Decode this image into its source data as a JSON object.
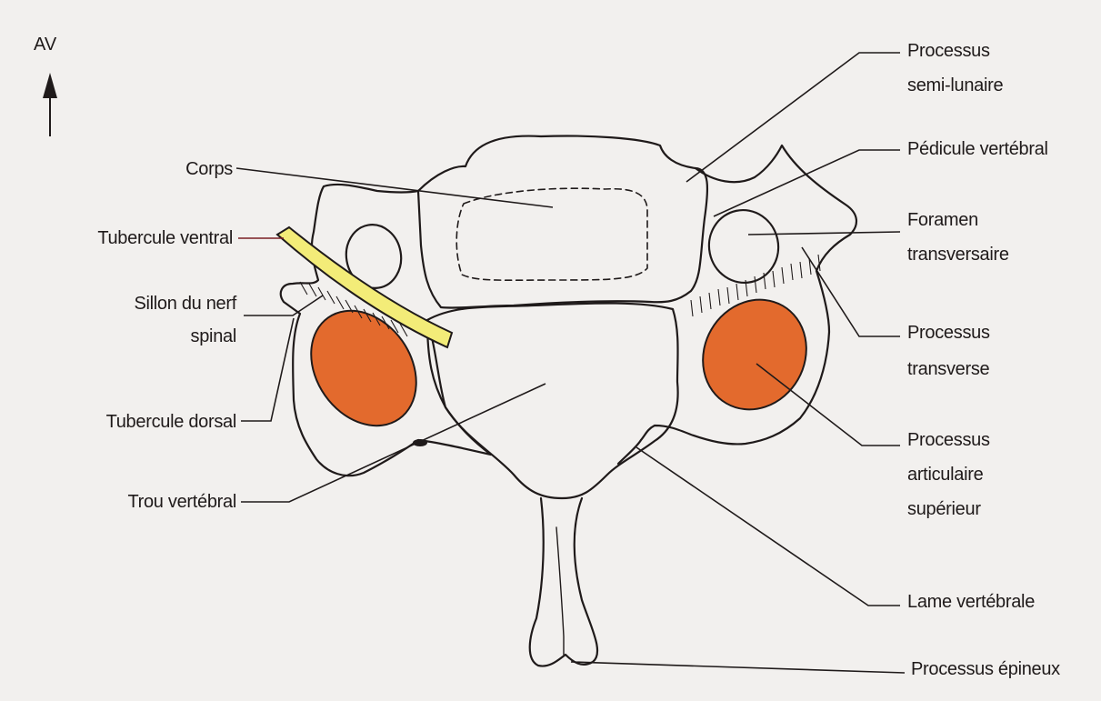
{
  "orientation": {
    "label": "AV"
  },
  "labels_left": {
    "corps": "Corps",
    "tubercule_ventral": "Tubercule ventral",
    "sillon_line1": "Sillon du nerf",
    "sillon_line2": "spinal",
    "tubercule_dorsal": "Tubercule dorsal",
    "trou_vertebral": "Trou vertébral"
  },
  "labels_right": {
    "processus_semi_lunaire_line1": "Processus",
    "processus_semi_lunaire_line2": "semi-lunaire",
    "pedicule": "Pédicule vertébral",
    "foramen_line1": "Foramen",
    "foramen_line2": "transversaire",
    "transverse_line1": "Processus",
    "transverse_line2": "transverse",
    "articulaire_line1": "Processus",
    "articulaire_line2": "articulaire",
    "articulaire_line3": "supérieur",
    "lame": "Lame vertébrale",
    "epineux": "Processus épineux"
  },
  "colors": {
    "outline": "#1f1a1a",
    "articular_fill": "#e36a2d",
    "nerve_groove_fill": "#f3ec78",
    "leader_red": "#7a1f24",
    "background": "#f2f0ee"
  }
}
